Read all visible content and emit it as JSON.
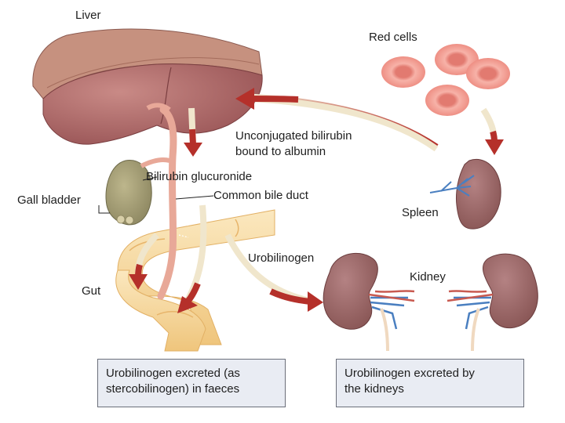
{
  "labels": {
    "liver": "Liver",
    "red_cells": "Red cells",
    "unconjugated_line1": "Unconjugated bilirubin",
    "unconjugated_line2": "bound to albumin",
    "bilirubin_glucuronide": "Bilirubin glucuronide",
    "gall_bladder": "Gall bladder",
    "common_bile_duct": "Common bile duct",
    "spleen": "Spleen",
    "urobilinogen": "Urobilinogen",
    "kidney": "Kidney",
    "gut": "Gut"
  },
  "boxes": {
    "faeces_line1": "Urobilinogen excreted (as",
    "faeces_line2": "stercobilinogen) in faeces",
    "kidneys_line1": "Urobilinogen excreted by",
    "kidneys_line2": "the kidneys"
  },
  "colors": {
    "liver": "#a86668",
    "liver_top": "#c08a7c",
    "red_cell": "#f2a096",
    "spleen": "#8a5a5c",
    "kidney": "#9a6668",
    "gall_bladder": "#a7a178",
    "gut": "#f6d9a0",
    "arrow_red": "#b5302a",
    "vessel_blue": "#4a7fc0",
    "box_fill": "#e9ecf3"
  }
}
